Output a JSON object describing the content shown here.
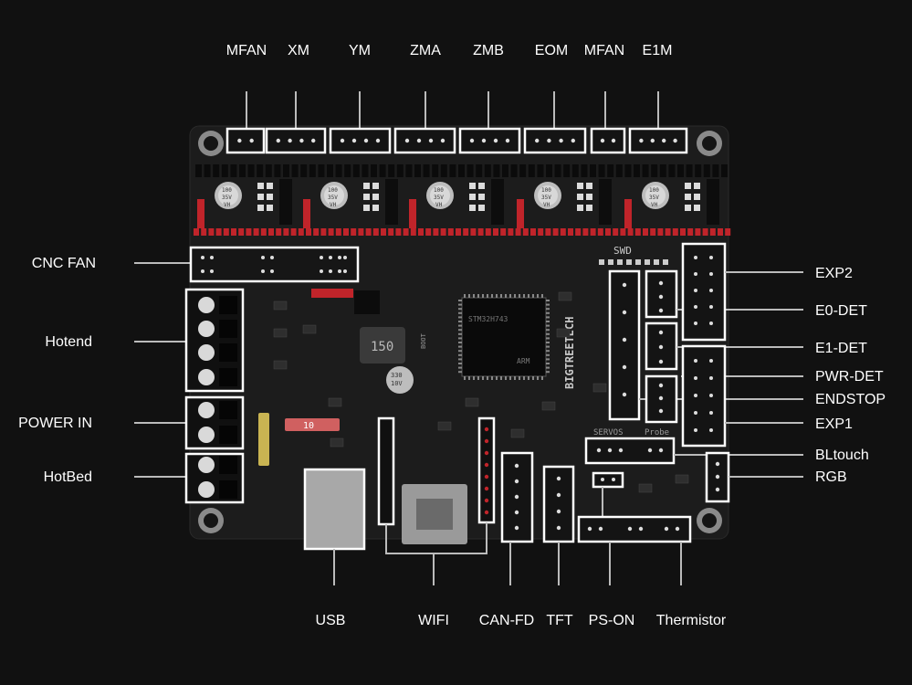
{
  "diagram": {
    "top_labels": [
      "MFAN",
      "XM",
      "YM",
      "ZMA",
      "ZMB",
      "EOM",
      "MFAN",
      "E1M"
    ],
    "left_labels": [
      "CNC FAN",
      "Hotend",
      "POWER IN",
      "HotBed"
    ],
    "right_labels": [
      "EXP2",
      "E0-DET",
      "E1-DET",
      "PWR-DET",
      "ENDSTOP",
      "EXP1",
      "BLtouch",
      "RGB"
    ],
    "bottom_labels": [
      "USB",
      "WIFI",
      "CAN-FD",
      "TFT",
      "PS-ON",
      "Thermistor"
    ],
    "board_text": {
      "swd": "SWD",
      "servos": "SERVOS",
      "probe": "Probe",
      "inductor": "150",
      "mcu": "STM32H743",
      "brand": "BIGTREETECH",
      "cap_top": "100",
      "cap_mid": "35V",
      "cap_bot": "VH",
      "fuse": "10",
      "cap2_top": "330",
      "cap2_mid": "10V",
      "boot": "BOOT",
      "arm": "ARM"
    },
    "colors": {
      "background": "#111111",
      "board": "#1c1c1c",
      "highlight": "#ffffff",
      "connector_red": "#c0242a",
      "leader": "#bbbbbb"
    }
  }
}
